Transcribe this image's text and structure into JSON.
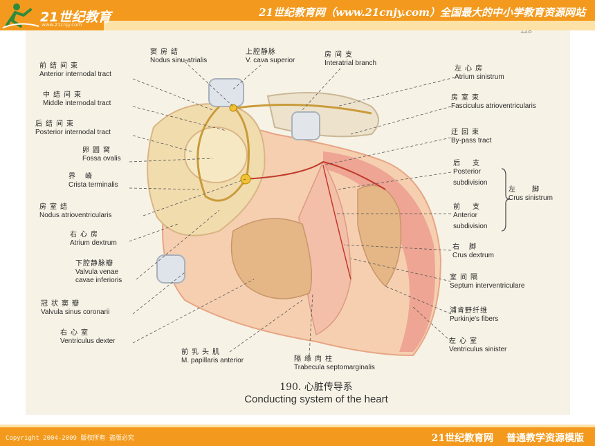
{
  "header": {
    "logo_text": "21世纪教育",
    "logo_url": "www.21cnjy.com",
    "title": "21世纪教育网（www.21cnjy.com）全国最大的中小学教育资源网站"
  },
  "figure": {
    "page_number": "128",
    "labels": {
      "nodus_sinu_atrialis": {
        "zh": "窦房结",
        "en": "Nodus sinu-atrialis"
      },
      "v_cava_superior": {
        "zh": "上腔静脉",
        "en": "V. cava superior"
      },
      "interatrial_branch": {
        "zh": "房间支",
        "en": "Interatrial branch"
      },
      "anterior_internodal": {
        "zh": "前结间束",
        "en": "Anterior internodal tract"
      },
      "middle_internodal": {
        "zh": "中结间束",
        "en": "Middle internodal tract"
      },
      "posterior_internodal": {
        "zh": "后结间束",
        "en": "Posterior internodal tract"
      },
      "fossa_ovalis": {
        "zh": "卵圆窝",
        "en": "Fossa ovalis"
      },
      "crista_terminalis": {
        "zh": "界嵴",
        "en": "Crista terminalis"
      },
      "nodus_av": {
        "zh": "房室结",
        "en": "Nodus atrioventricularis"
      },
      "atrium_dextrum": {
        "zh": "右心房",
        "en": "Atrium dextrum"
      },
      "valvula_venae_cavae": {
        "zh": "下腔静脉瓣",
        "en1": "Valvula venae",
        "en2": "cavae inferioris"
      },
      "valvula_sinus_coronarii": {
        "zh": "冠状窦瓣",
        "en": "Valvula sinus coronarii"
      },
      "ventriculus_dexter": {
        "zh": "右心室",
        "en": "Ventriculus dexter"
      },
      "m_papillaris_anterior": {
        "zh": "前乳头肌",
        "en": "M. papillaris anterior"
      },
      "trabecula_septomarginalis": {
        "zh": "隔缘肉柱",
        "en": "Trabecula septomarginalis"
      },
      "atrium_sinistrum": {
        "zh": "左心房",
        "en": "Atrium sinistrum"
      },
      "fasciculus_av": {
        "zh": "房室束",
        "en": "Fasciculus atrioventricularis"
      },
      "bypass_tract": {
        "zh": "迂回束",
        "en": "By-pass tract"
      },
      "posterior_subdivision": {
        "zh": "后支",
        "en1": "Posterior",
        "en2": "subdivision"
      },
      "crus_sinistrum": {
        "zh": "左脚",
        "en": "Crus sinistrum"
      },
      "anterior_subdivision": {
        "zh": "前支",
        "en1": "Anterior",
        "en2": "subdivision"
      },
      "crus_dextrum": {
        "zh": "右脚",
        "en": "Crus dextrum"
      },
      "septum_interventriculare": {
        "zh": "室间隔",
        "en": "Septum interventriculare"
      },
      "purkinje_fibers": {
        "zh": "浦肯野纤维",
        "en": "Purkinje's fibers"
      },
      "ventriculus_sinister": {
        "zh": "左心室",
        "en": "Ventriculus sinister"
      }
    },
    "caption_cn": "190. 心脏传导系",
    "caption_en": "Conducting system of the heart"
  },
  "footer": {
    "copyright": "Copyright 2004-2009 版权所有 盗版必究",
    "right_text": "21世纪教育网 普通教学资源模版"
  }
}
